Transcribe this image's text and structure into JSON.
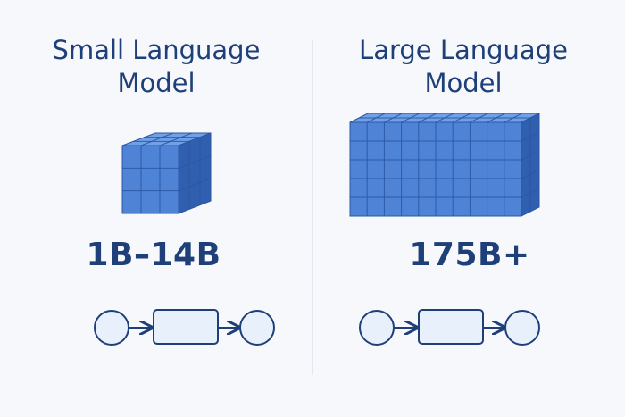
{
  "colors": {
    "background": "#f6f8fb",
    "text": "#1f3f79",
    "cube_front": "#4f83d6",
    "cube_top": "#6fa0e8",
    "cube_side": "#2f5fae",
    "cube_grid": "#2b57a2",
    "flow_fill": "#e8f0fb",
    "flow_stroke": "#1f3f79"
  },
  "left": {
    "title_line1": "Small Language",
    "title_line2": "Model",
    "value": "1B–14B",
    "cube": {
      "cols": 3,
      "rows": 3,
      "depth": 3
    },
    "flow": {
      "nodes": [
        "circle",
        "rectangle",
        "circle"
      ],
      "arrows": 2
    }
  },
  "right": {
    "title_line1": "Large Language",
    "title_line2": "Model",
    "value": "175B+",
    "cube": {
      "cols": 10,
      "rows": 5,
      "depth": 2
    },
    "flow": {
      "nodes": [
        "circle",
        "rectangle",
        "circle"
      ],
      "arrows": 2
    }
  }
}
